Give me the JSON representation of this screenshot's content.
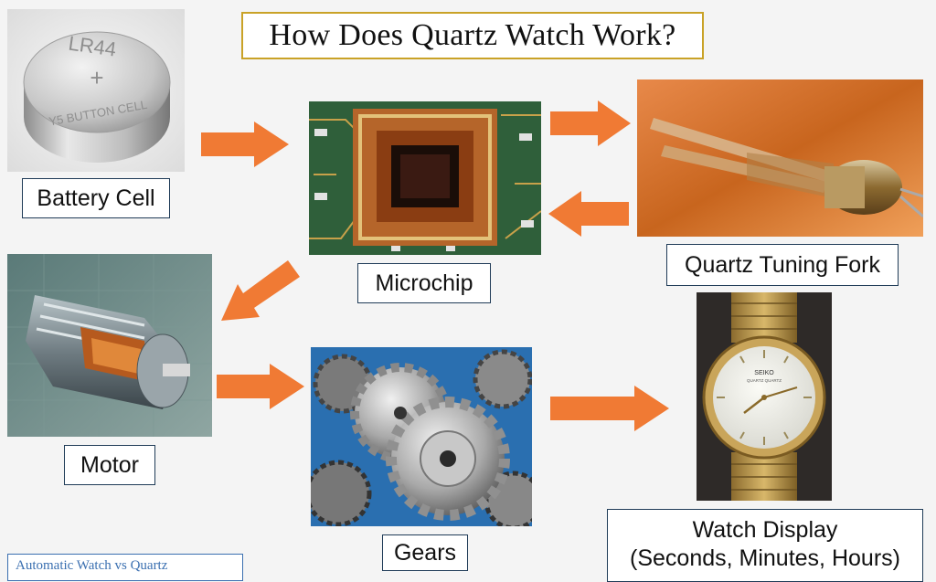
{
  "title": "How Does Quartz Watch Work?",
  "colors": {
    "arrow": "#f07a34",
    "title_border": "#c9a227",
    "label_border": "#1f3b57"
  },
  "battery": {
    "label": "Battery Cell",
    "imprint_line1": "LR44",
    "imprint_line2": "Y5 BUTTON CELL"
  },
  "microchip": {
    "label": "Microchip"
  },
  "tuning_fork": {
    "label": "Quartz Tuning Fork"
  },
  "motor": {
    "label": "Motor"
  },
  "gears": {
    "label": "Gears"
  },
  "watch": {
    "label_line1": "Watch Display",
    "label_line2": "(Seconds, Minutes, Hours)",
    "dial_brand": "SEIKO",
    "dial_sub": "QUARTZ QUARTZ"
  },
  "footer": {
    "text": "Automatic Watch vs Quartz"
  }
}
